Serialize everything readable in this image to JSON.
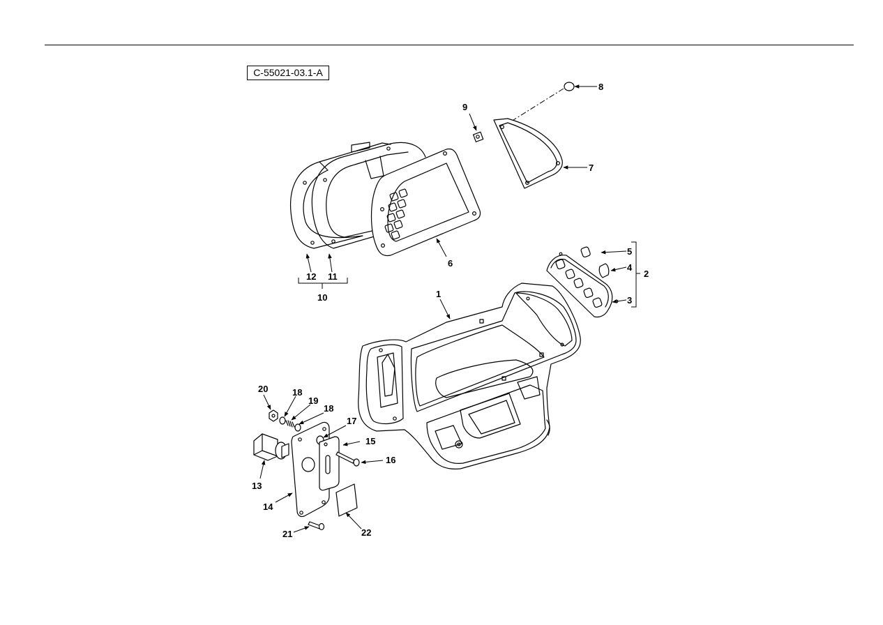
{
  "figure_id": "C-55021-03.1-A",
  "callouts": [
    {
      "id": "c1",
      "text": "1"
    },
    {
      "id": "c2",
      "text": "2"
    },
    {
      "id": "c3",
      "text": "3"
    },
    {
      "id": "c4",
      "text": "4"
    },
    {
      "id": "c5",
      "text": "5"
    },
    {
      "id": "c6",
      "text": "6"
    },
    {
      "id": "c7",
      "text": "7"
    },
    {
      "id": "c8",
      "text": "8"
    },
    {
      "id": "c9",
      "text": "9"
    },
    {
      "id": "c10",
      "text": "10"
    },
    {
      "id": "c11",
      "text": "11"
    },
    {
      "id": "c12",
      "text": "12"
    },
    {
      "id": "c13",
      "text": "13"
    },
    {
      "id": "c14",
      "text": "14"
    },
    {
      "id": "c15",
      "text": "15"
    },
    {
      "id": "c16",
      "text": "16"
    },
    {
      "id": "c17",
      "text": "17"
    },
    {
      "id": "c18a",
      "text": "18"
    },
    {
      "id": "c18b",
      "text": "18"
    },
    {
      "id": "c19",
      "text": "19"
    },
    {
      "id": "c20",
      "text": "20"
    },
    {
      "id": "c21",
      "text": "21"
    },
    {
      "id": "c22",
      "text": "22"
    }
  ]
}
